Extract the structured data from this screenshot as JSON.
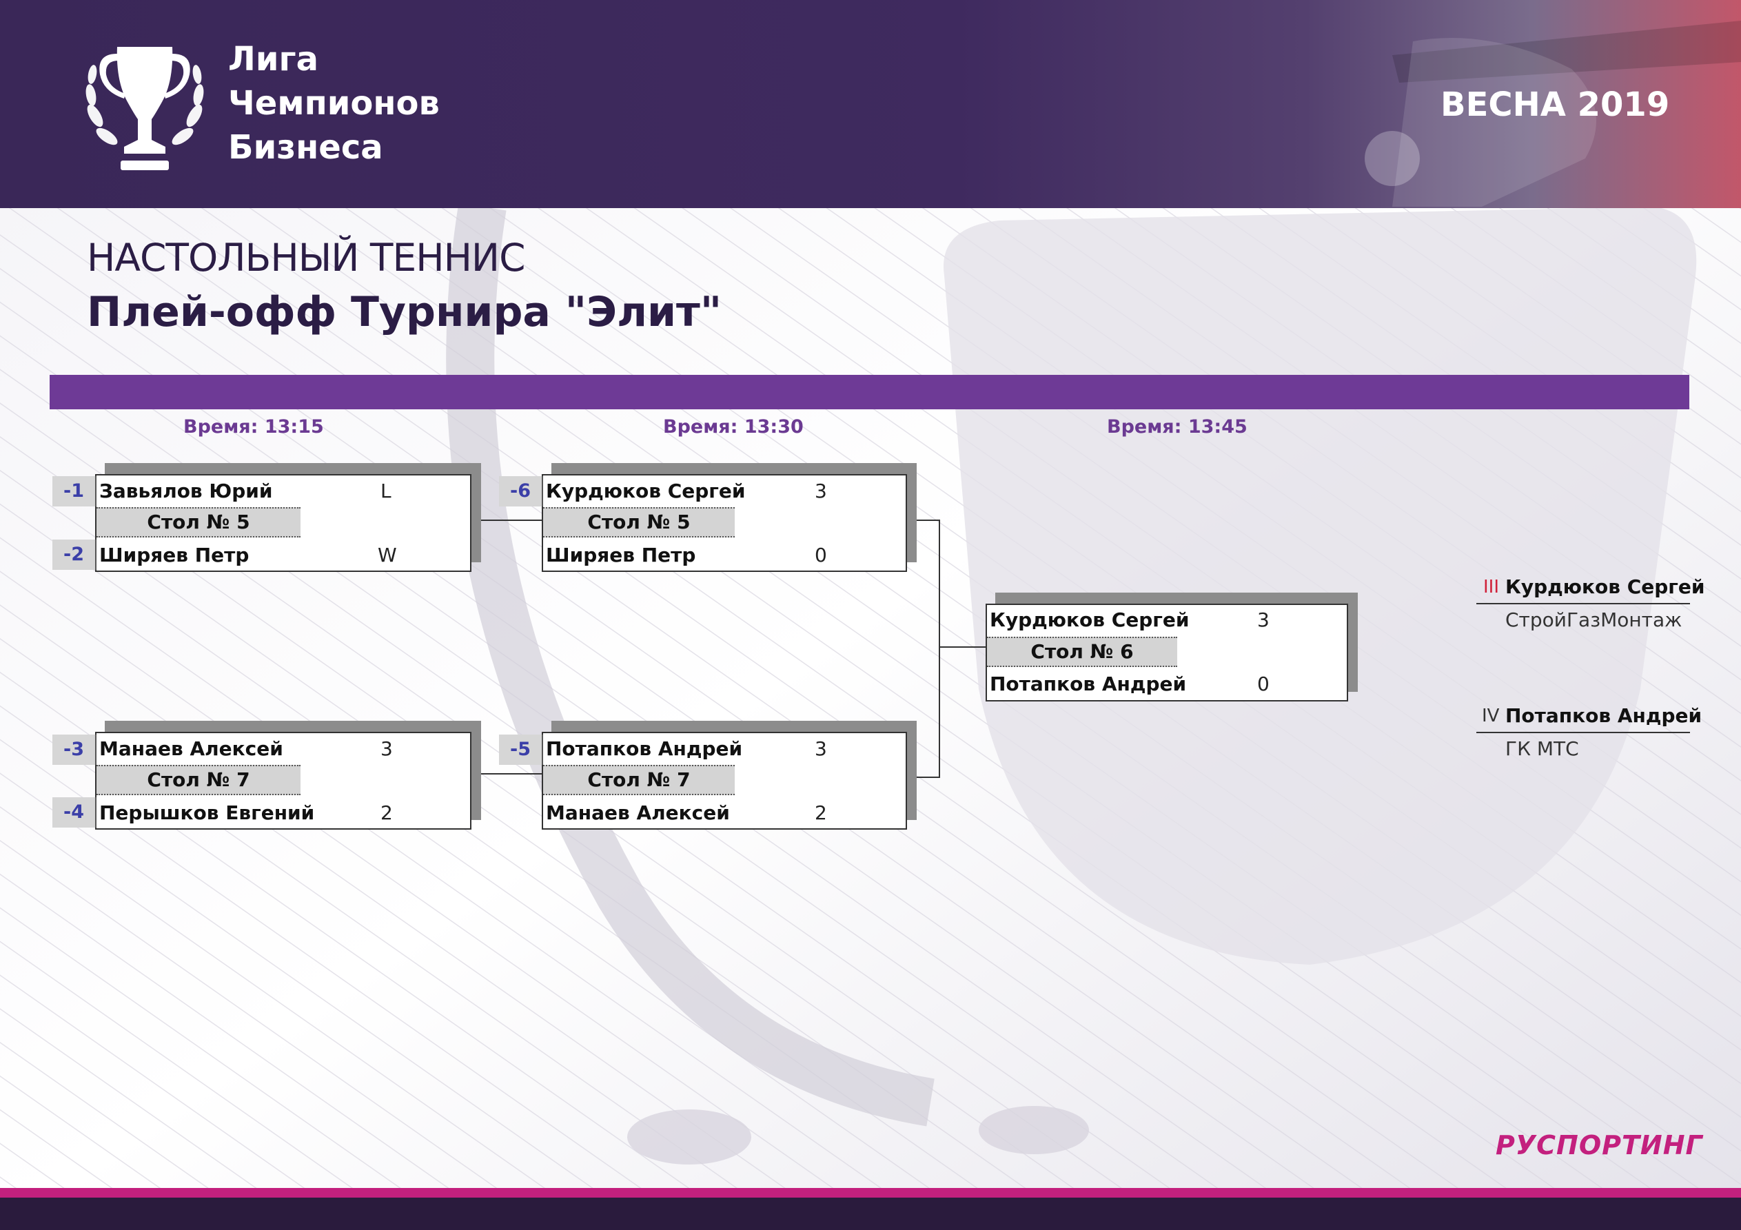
{
  "header": {
    "logo_lines": [
      "Лига",
      "Чемпионов",
      "Бизнеса"
    ],
    "season": "ВЕСНА 2019"
  },
  "page": {
    "sport": "НАСТОЛЬНЫЙ ТЕННИС",
    "title": "Плей-офф Турнира \"Элит\""
  },
  "rounds": [
    {
      "time": "Время: 13:15"
    },
    {
      "time": "Время: 13:30"
    },
    {
      "time": "Время: 13:45"
    }
  ],
  "matches": {
    "r1m1": {
      "seed_top": "-1",
      "top": "Завьялов Юрий",
      "top_score": "L",
      "table": "Стол № 5",
      "seed_bottom": "-2",
      "bottom": "Ширяев Петр",
      "bottom_score": "W"
    },
    "r1m2": {
      "seed_top": "-3",
      "top": "Манаев Алексей",
      "top_score": "3",
      "table": "Стол № 7",
      "seed_bottom": "-4",
      "bottom": "Перышков Евгений",
      "bottom_score": "2"
    },
    "r2m1": {
      "seed_top": "-6",
      "top": "Курдюков Сергей",
      "top_score": "3",
      "table": "Стол № 5",
      "bottom": "Ширяев Петр",
      "bottom_score": "0"
    },
    "r2m2": {
      "seed_top": "-5",
      "top": "Потапков Андрей",
      "top_score": "3",
      "table": "Стол № 7",
      "bottom": "Манаев Алексей",
      "bottom_score": "2"
    },
    "final": {
      "top": "Курдюков Сергей",
      "top_score": "3",
      "table": "Стол № 6",
      "bottom": "Потапков Андрей",
      "bottom_score": "0"
    }
  },
  "places": [
    {
      "num": "III",
      "name": "Курдюков Сергей",
      "org": "СтройГазМонтаж",
      "num_color": "#d0213a"
    },
    {
      "num": "IV",
      "name": "Потапков Андрей",
      "org": "ГК МТС",
      "num_color": "#333333"
    }
  ],
  "brand": "РУСПОРТИНГ",
  "colors": {
    "header": "#3f2a5f",
    "band": "#6e3a96",
    "time": "#6b3a92",
    "brand": "#c3207e",
    "seed": "#3b3fa8"
  }
}
